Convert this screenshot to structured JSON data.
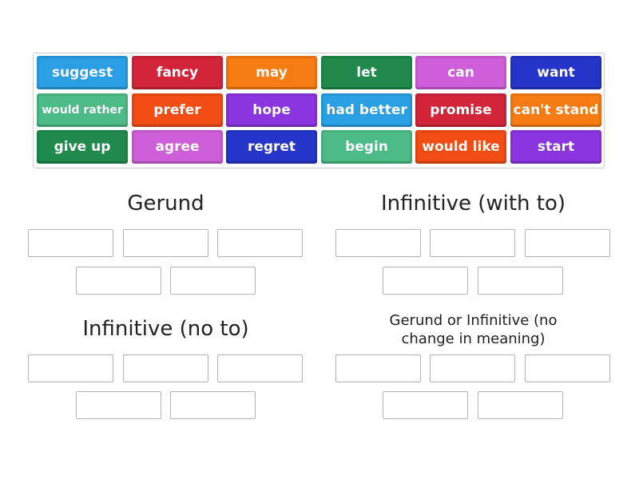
{
  "bank": {
    "tiles": [
      {
        "label": "suggest",
        "color": "#2b9fe4"
      },
      {
        "label": "fancy",
        "color": "#d3253a"
      },
      {
        "label": "may",
        "color": "#f87c14"
      },
      {
        "label": "let",
        "color": "#1f8a4c"
      },
      {
        "label": "can",
        "color": "#cf5fd8"
      },
      {
        "label": "want",
        "color": "#2535c8"
      },
      {
        "label": "would rather",
        "color": "#4cbb86"
      },
      {
        "label": "prefer",
        "color": "#f24d14"
      },
      {
        "label": "hope",
        "color": "#8a35e0"
      },
      {
        "label": "had better",
        "color": "#2b9fe4"
      },
      {
        "label": "promise",
        "color": "#d3253a"
      },
      {
        "label": "can't stand",
        "color": "#f87c14"
      },
      {
        "label": "give up",
        "color": "#1f8a4c"
      },
      {
        "label": "agree",
        "color": "#cf5fd8"
      },
      {
        "label": "regret",
        "color": "#2535c8"
      },
      {
        "label": "begin",
        "color": "#4cbb86"
      },
      {
        "label": "would like",
        "color": "#f24d14"
      },
      {
        "label": "start",
        "color": "#8a35e0"
      }
    ]
  },
  "zones": [
    {
      "title": "Gerund"
    },
    {
      "title": "Infinitive (with to)"
    },
    {
      "title": "Infinitive (no to)"
    },
    {
      "title": "Gerund or Infinitive (no change in meaning)",
      "line1": "Gerund or Infinitive (no",
      "line2": "change in meaning)"
    }
  ]
}
